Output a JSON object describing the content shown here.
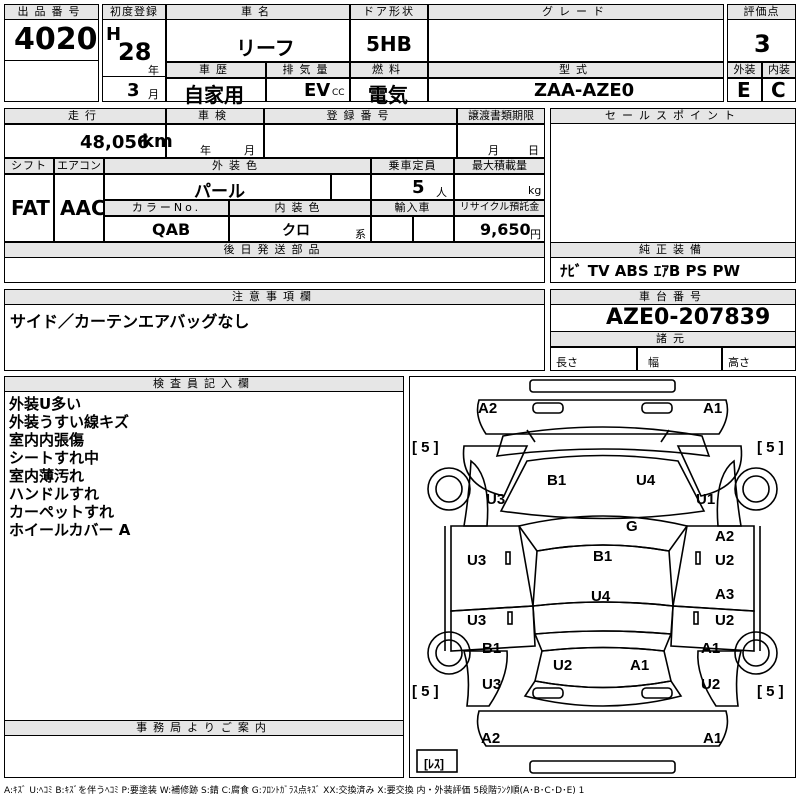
{
  "top": {
    "lot_label": "出品番号",
    "lot_no": "4020",
    "first_reg_label": "初度登録",
    "era": "H",
    "year": "28",
    "year_suffix": "年",
    "month": "3",
    "month_suffix": "月",
    "model_label": "車名",
    "model": "リーフ",
    "door_label": "ドア形状",
    "door": "5HB",
    "grade_label": "グレード",
    "grade": "",
    "score_label": "評価点",
    "score": "3",
    "history_label": "車歴",
    "history": "自家用",
    "displacement_label": "排気量",
    "displacement": "EV",
    "cc": "CC",
    "fuel_label": "燃料",
    "fuel": "電気",
    "type_label": "型式",
    "type": "ZAA-AZE0",
    "ext_label": "外装",
    "ext": "E",
    "int_label": "内装",
    "int": "C"
  },
  "row2": {
    "mileage_label": "走行",
    "mileage": "48,056",
    "km": "km",
    "inspection_label": "車検",
    "year_unit": "年",
    "month_unit": "月",
    "reg_label": "登録番号",
    "doc_label": "譲渡書類期限",
    "doc_month": "月",
    "doc_day": "日",
    "shift_label": "シフト",
    "shift": "FAT",
    "ac_label": "エアコン",
    "ac": "AAC",
    "color_label": "外装色",
    "color": "パール",
    "capacity_label": "乗車定員",
    "capacity": "5",
    "person": "人",
    "load_label": "最大積載量",
    "kg": "kg",
    "color_no_label": "カラーNo.",
    "color_no": "QAB",
    "int_color_label": "内装色",
    "int_color": "クロ",
    "kei": "系",
    "import_label": "輸入車",
    "recycle_label": "リサイクル預託金",
    "recycle": "9,650",
    "yen": "円",
    "later_label": "後日発送部品",
    "sales_label": "セールスポイント",
    "equip_label": "純正装備",
    "equip": "ﾅﾋﾞ TV ABS ｴｱB PS PW"
  },
  "notes": {
    "label": "注意事項欄",
    "text": "サイド／カーテンエアバッグなし",
    "chassis_label": "車台番号",
    "chassis": "AZE0-207839",
    "specs_label": "諸元",
    "length": "長さ",
    "width": "幅",
    "height": "高さ"
  },
  "inspector": {
    "label": "検査員記入欄",
    "lines": [
      "外装U多い",
      "外装うすい線キズ",
      "室内内張傷",
      "シートすれ中",
      "室内薄汚れ",
      "ハンドルすれ",
      "カーペットすれ",
      "ホイールカバー A"
    ]
  },
  "office": {
    "label": "事務局よりご案内"
  },
  "diagram": {
    "front_left": "A2",
    "front_right": "A1",
    "tire_fl": "[ 5 ]",
    "tire_fr": "[ 5 ]",
    "tire_rl": "[ 5 ]",
    "tire_rr": "[ 5 ]",
    "hood_b": "B1",
    "hood_u": "U4",
    "fender_l": "U3",
    "fender_r": "U1",
    "glass": "G",
    "door_fl": "U3",
    "door_fr_a": "A2",
    "door_fr_u": "U2",
    "roof": "B1",
    "door_rl": "U3",
    "door_rr_a": "A3",
    "door_rr_u": "U2",
    "roof_rear": "U4",
    "qtr_l_b": "B1",
    "qtr_l_u": "U3",
    "trunk_u": "U2",
    "trunk_a": "A1",
    "qtr_r_a": "A1",
    "qtr_r_u": "U2",
    "rear_left": "A2",
    "rear_right": "A1",
    "spare": "[ﾚｽ]"
  },
  "legend": "A:ｷｽﾞ U:ﾍｺﾐ B:ｷｽﾞを伴うﾍｺﾐ P:要塗装 W:補修跡 S:錆 C:腐食 G:ﾌﾛﾝﾄｶﾞﾗｽ点ｷｽﾞ XX:交換済み X:要交換 内・外装評価 5段階ﾗﾝｸ順(A･B･C･D･E) 1"
}
